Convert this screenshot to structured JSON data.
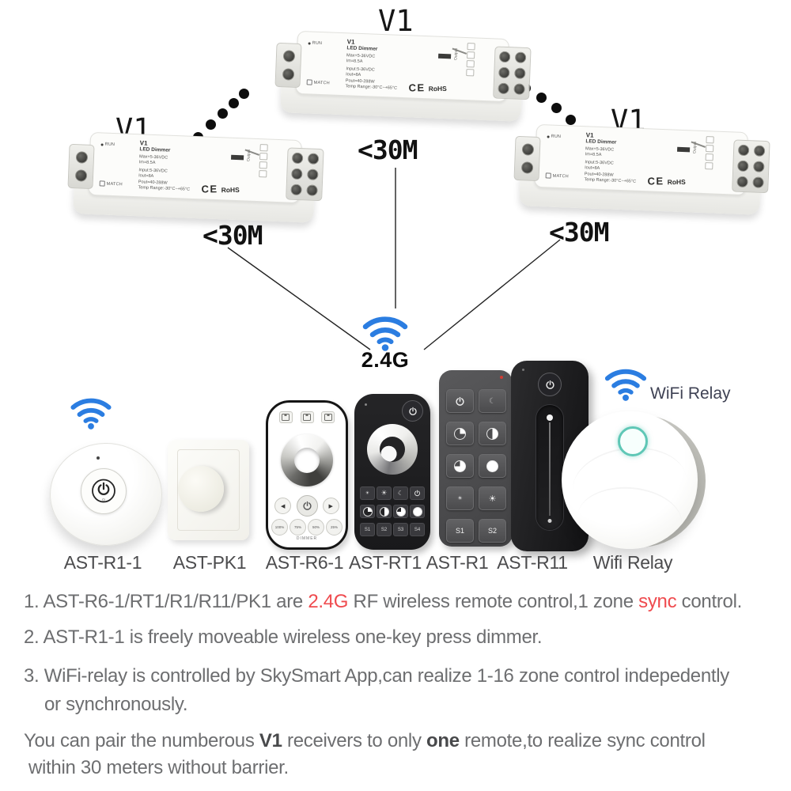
{
  "colors": {
    "wifi_blue": "#2b7de1",
    "accent_red": "#ef4b4f",
    "note_gray": "#6d6e70",
    "label_gray": "#4c4c4e"
  },
  "topology": {
    "receiver_label": "V1",
    "distance_label": "<30M",
    "hub_label": "2.4G"
  },
  "receiver": {
    "title": "V1",
    "subtitle": "LED Dimmer",
    "specs": [
      "Max+5-36VDC",
      "Im=8.5A",
      "Input:5-36VDC",
      "Iout=8A",
      "Pout=40-288W",
      "Temp Range:-30°C~+65°C"
    ],
    "run_label": "RUN",
    "match_label": "MATCH",
    "output_label": "Output",
    "ce": "CE",
    "rohs": "RoHS"
  },
  "icons": {
    "moon": "☾",
    "sun": "☀",
    "sun_alt": "☼",
    "arrow_left": "◀",
    "arrow_right": "▶"
  },
  "devices": {
    "r1_1": {
      "label": "AST-R1-1"
    },
    "pk1": {
      "label": "AST-PK1"
    },
    "r6_1": {
      "label": "AST-R6-1",
      "percents": [
        "100%",
        "75%",
        "50%",
        "25%"
      ],
      "footer": "DIMMER"
    },
    "rt1": {
      "label": "AST-RT1",
      "s1": "S1",
      "s2": "S2",
      "s3": "S3",
      "s4": "S4"
    },
    "r1": {
      "label": "AST-R1",
      "s1": "S1",
      "s2": "S2"
    },
    "r11": {
      "label": "AST-R11"
    },
    "wifi_relay": {
      "label": "Wifi Relay",
      "tag": "WiFi Relay"
    }
  },
  "notes": {
    "n1a": "1. AST-R6-1/RT1/R1/R11/PK1 are ",
    "n1b": "2.4G",
    "n1c": " RF wireless remote control,1 zone ",
    "n1d": "sync",
    "n1e": " control.",
    "n2": "2. AST-R1-1 is freely moveable wireless one-key press dimmer.",
    "n3a": "3. WiFi-relay is controlled by SkySmart App,can realize 1-16 zone control indepedently",
    "n3b": "or synchronously.",
    "n4a": "You can pair the numberous ",
    "n4b": "V1",
    "n4c": " receivers to only ",
    "n4d": "one",
    "n4e": " remote,to realize sync control",
    "n4f": "within 30 meters without barrier."
  }
}
